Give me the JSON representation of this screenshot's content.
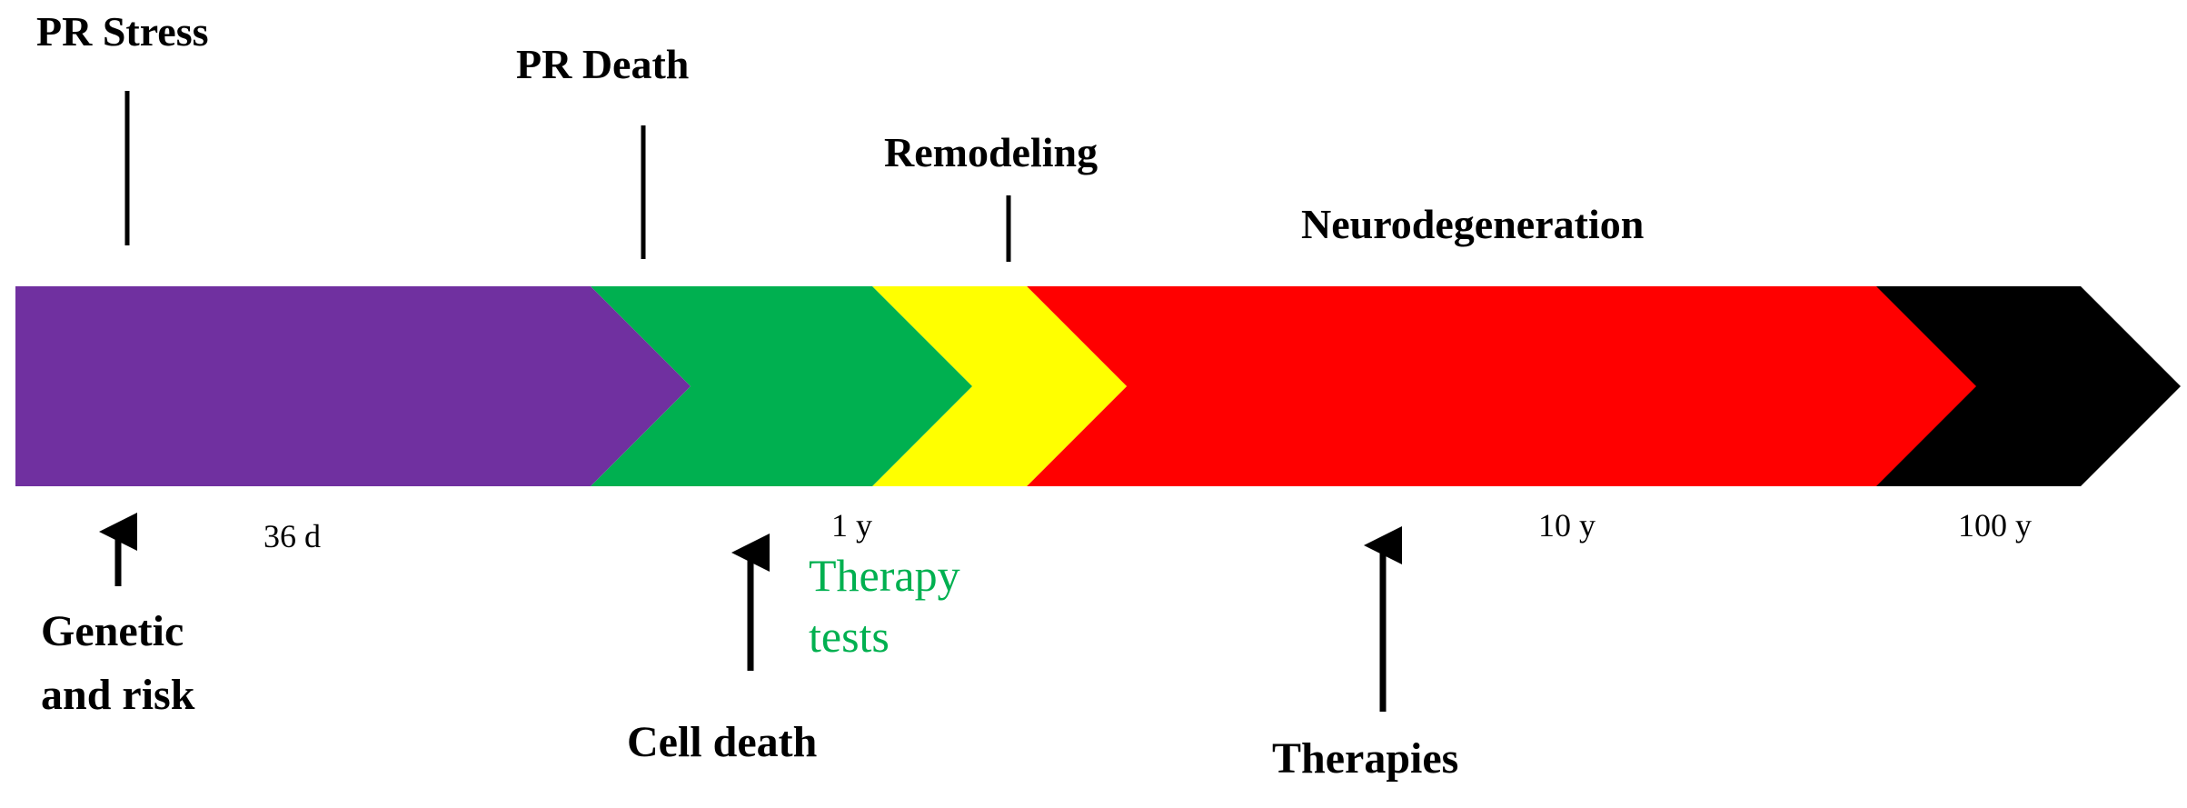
{
  "stages": [
    {
      "name": "stage-pr-stress",
      "color": "#7030A0"
    },
    {
      "name": "stage-pr-death",
      "color": "#00B050"
    },
    {
      "name": "stage-remodeling",
      "color": "#FFFF00"
    },
    {
      "name": "stage-neurodegeneration",
      "color": "#FF0000"
    },
    {
      "name": "stage-end",
      "color": "#000000"
    }
  ],
  "top_labels": {
    "pr_stress": "PR Stress",
    "pr_death": "PR Death",
    "remodeling": "Remodeling",
    "neurodegeneration": "Neurodegeneration"
  },
  "time_ticks": {
    "d36": "36 d",
    "y1": "1 y",
    "y10": "10 y",
    "y100": "100 y"
  },
  "events": {
    "genetic_line1": "Genetic",
    "genetic_line2": "and risk",
    "therapy_tests_line1": "Therapy",
    "therapy_tests_line2": "tests",
    "cell_death": "Cell death",
    "therapies": "Therapies"
  },
  "colors": {
    "text": "#000000",
    "therapy_tests": "#00B050"
  }
}
